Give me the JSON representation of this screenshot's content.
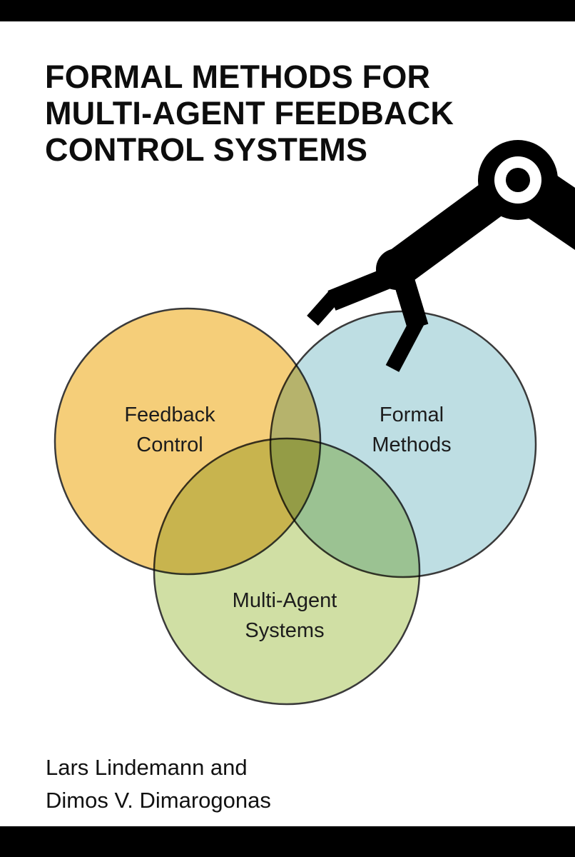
{
  "title": {
    "lines": [
      "FORMAL METHODS FOR",
      "MULTI-AGENT FEEDBACK",
      "CONTROL SYSTEMS"
    ]
  },
  "venn": {
    "feedback_control": {
      "line1": "Feedback",
      "line2": "Control",
      "color": "#F5CE79"
    },
    "formal_methods": {
      "line1": "Formal",
      "line2": "Methods",
      "color": "#BEDEE3"
    },
    "multi_agent": {
      "line1": "Multi-Agent",
      "line2": "Systems",
      "color": "#D0DFA4"
    }
  },
  "authors": {
    "line1": "Lars Lindemann and",
    "line2": "Dimos V. Dimarogonas"
  },
  "icons": {
    "robot_arm": "robot-arm-illustration"
  },
  "colors": {
    "page_background": "#FFFFFF",
    "frame_bars": "#000000",
    "text": "#111111",
    "circle_outline": "#3A3A3A",
    "robot": "#000000"
  }
}
